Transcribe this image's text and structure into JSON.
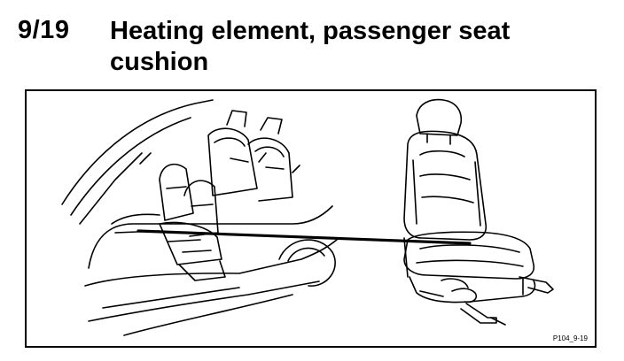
{
  "header": {
    "component_id": "9/19",
    "title": "Heating element, passenger seat cushion"
  },
  "figure": {
    "code": "P104_9-19"
  }
}
